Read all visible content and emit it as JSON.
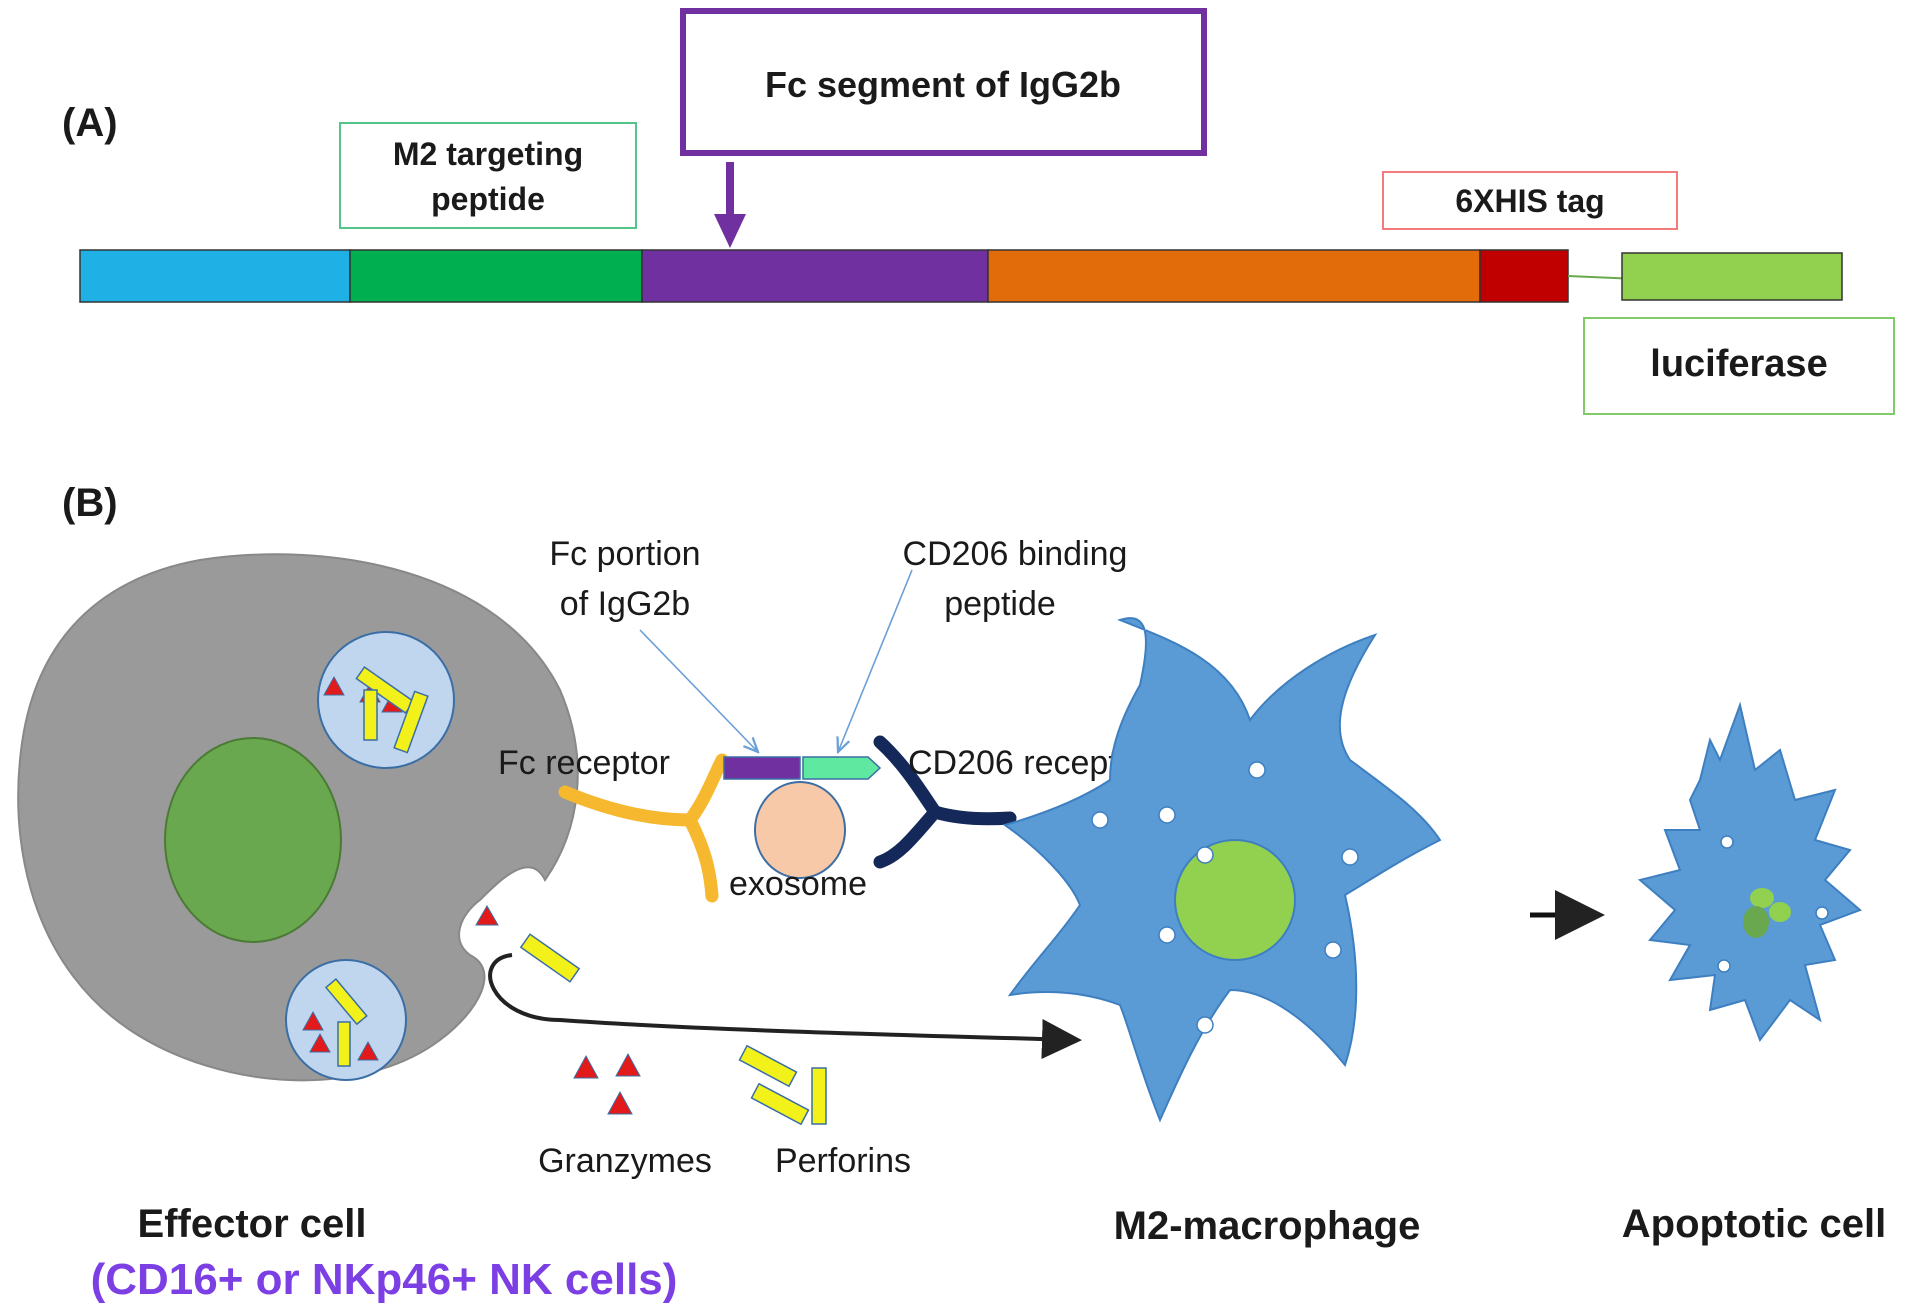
{
  "panel_a": {
    "label": "(A)",
    "m2_targeting_peptide": [
      "M2 targeting",
      "peptide"
    ],
    "fc_segment": "Fc segment of IgG2b",
    "his_tag": "6XHIS tag",
    "luciferase": "luciferase"
  },
  "panel_b": {
    "label": "(B)",
    "fc_portion": [
      "Fc portion",
      "of IgG2b"
    ],
    "cd206_binding": [
      "CD206 binding",
      "peptide"
    ],
    "fc_receptor": "Fc receptor",
    "cd206_receptor": "CD206 receptor",
    "exosome": "exosome",
    "granzymes": "Granzymes",
    "perforins": "Perforins",
    "effector_cell": "Effector cell",
    "effector_subtitle": "(CD16+ or NKp46+ NK cells)",
    "m2_macrophage": "M2-macrophage",
    "apoptotic_cell": "Apoptotic cell"
  },
  "colors": {
    "segment_blue": "#1fb0e6",
    "segment_green": "#00b050",
    "segment_purple": "#7030a0",
    "segment_orange": "#e36c0a",
    "segment_red": "#c00000",
    "luciferase_green": "#92d050",
    "effector_gray": "#9a9a9a",
    "macrophage_blue": "#5b9bd5",
    "subtitle_purple": "#7b3fe4"
  }
}
